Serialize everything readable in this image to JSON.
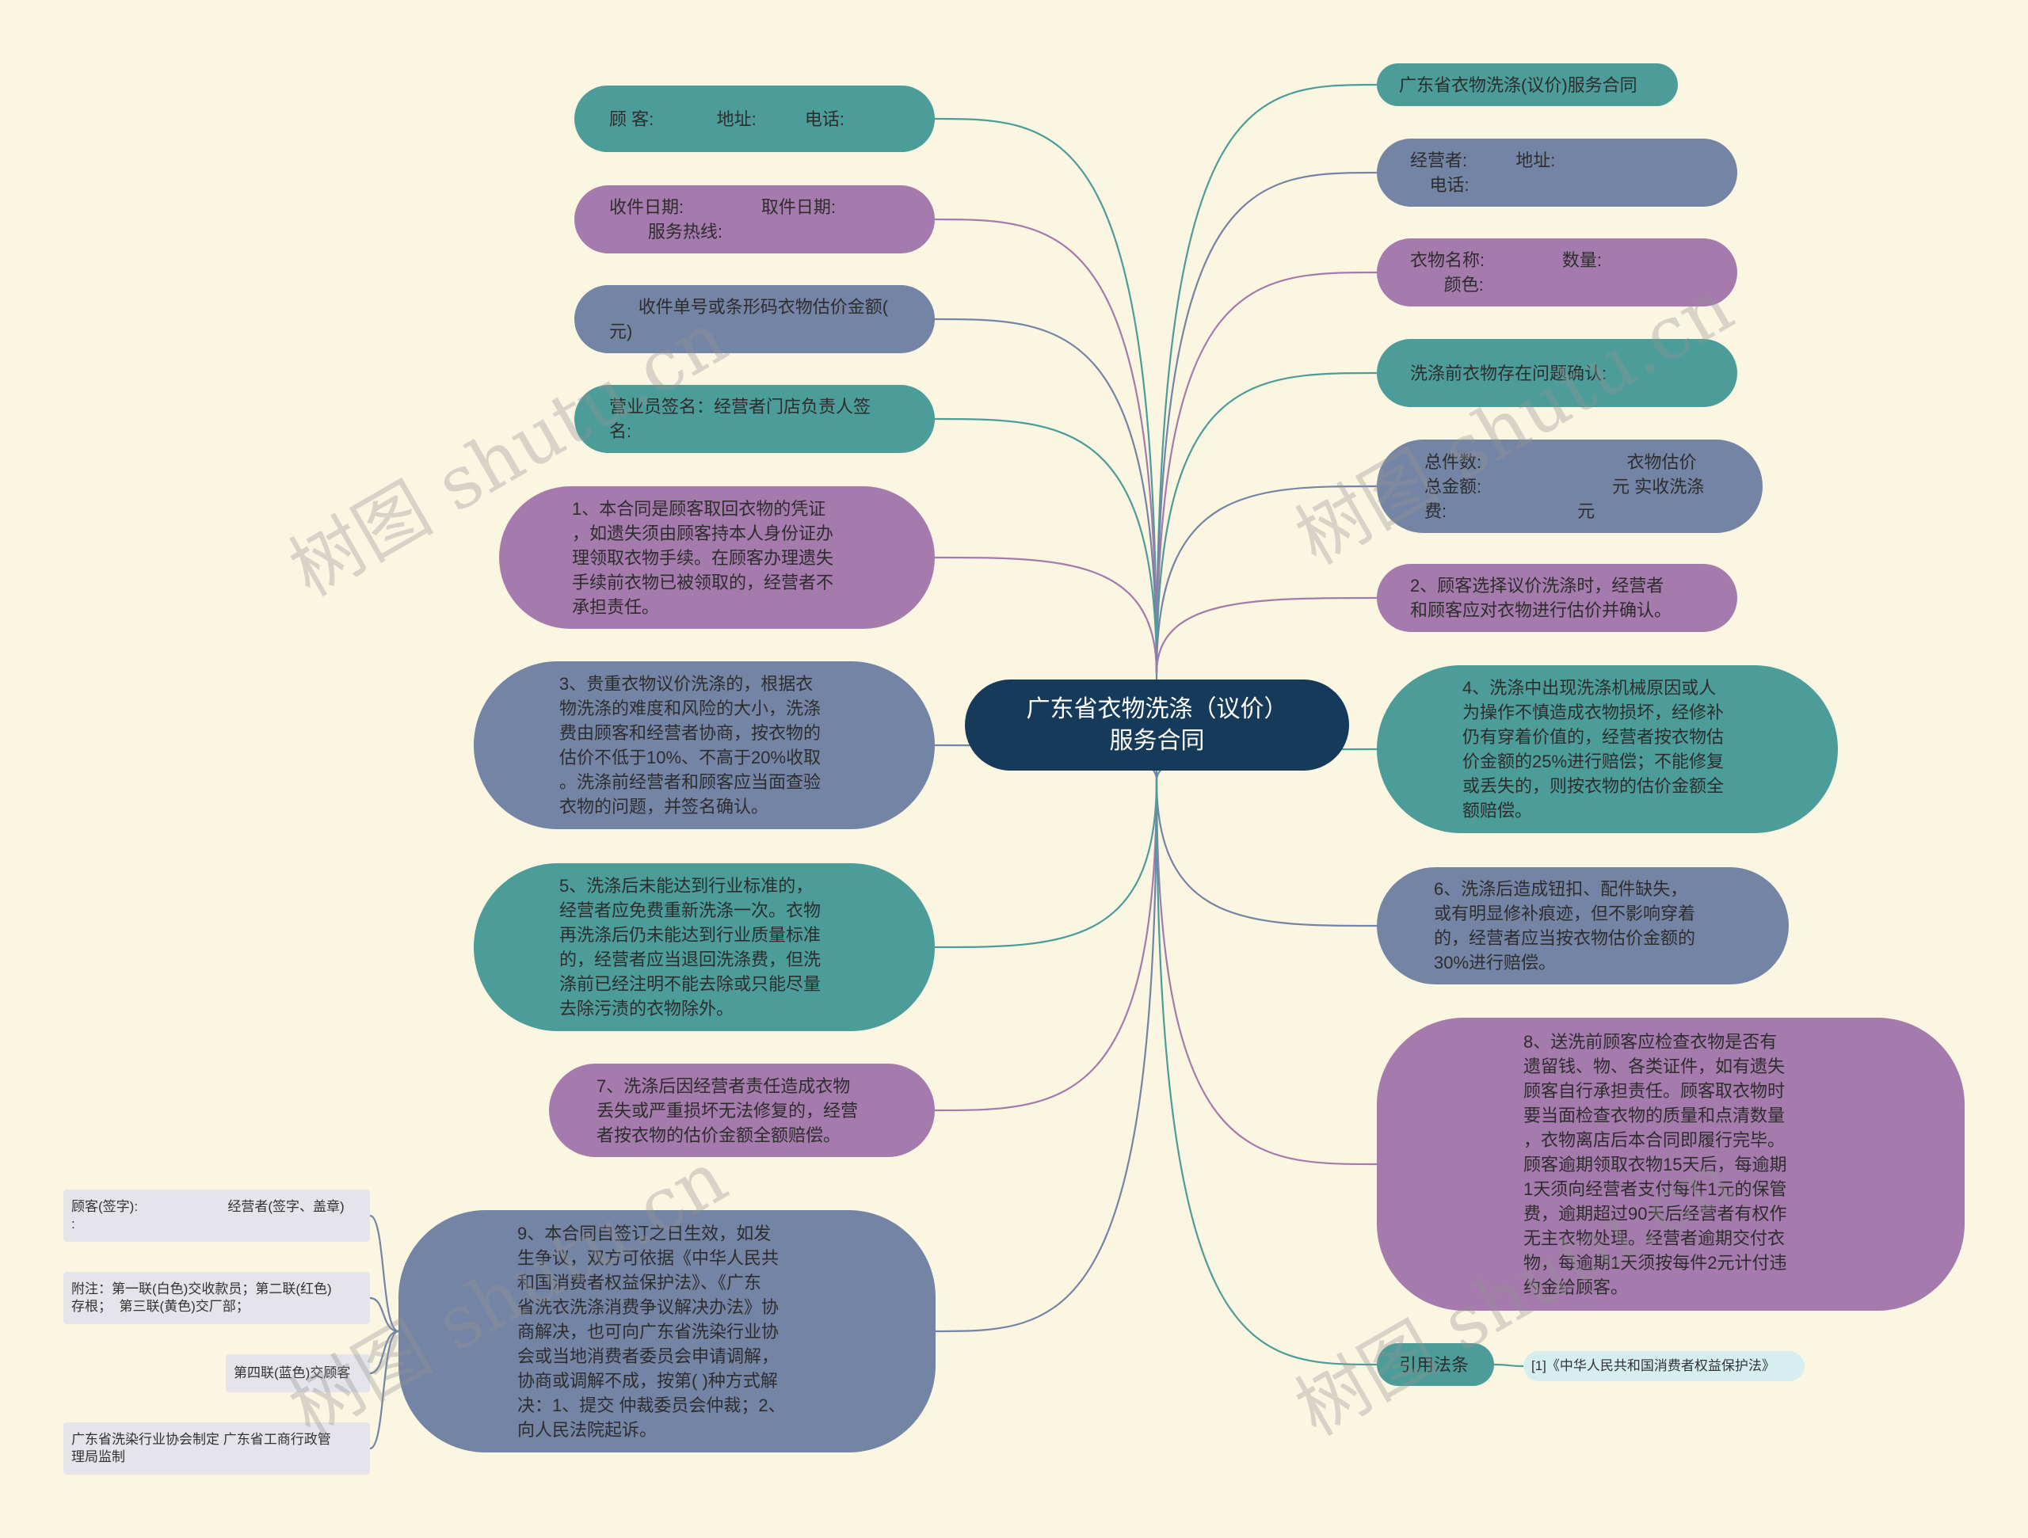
{
  "center": "广东省衣物洗涤（议价）\n服务合同",
  "left_nodes": [
    {
      "id": "L1",
      "text": "顾 客:             地址:          电话:",
      "color": "teal"
    },
    {
      "id": "L2",
      "text": "收件日期:                取件日期:\n        服务热线:",
      "color": "purple"
    },
    {
      "id": "L3",
      "text": "      收件单号或条形码衣物估价金额(\n元)",
      "color": "slate"
    },
    {
      "id": "L4",
      "text": "营业员签名：经营者门店负责人签\n名:",
      "color": "teal"
    },
    {
      "id": "L5",
      "text": "1、本合同是顾客取回衣物的凭证\n，如遗失须由顾客持本人身份证办\n理领取衣物手续。在顾客办理遗失\n手续前衣物已被领取的，经营者不\n承担责任。",
      "color": "purple"
    },
    {
      "id": "L6",
      "text": "3、贵重衣物议价洗涤的，根据衣\n物洗涤的难度和风险的大小，洗涤\n费由顾客和经营者协商，按衣物的\n估价不低于10%、不高于20%收取\n。洗涤前经营者和顾客应当面查验\n衣物的问题，并签名确认。",
      "color": "slate"
    },
    {
      "id": "L7",
      "text": "5、洗涤后未能达到行业标准的，\n经营者应免费重新洗涤一次。衣物\n再洗涤后仍未能达到行业质量标准\n的，经营者应当退回洗涤费，但洗\n涤前已经注明不能去除或只能尽量\n去除污渍的衣物除外。",
      "color": "teal"
    },
    {
      "id": "L8",
      "text": "7、洗涤后因经营者责任造成衣物\n丢失或严重损坏无法修复的，经营\n者按衣物的估价金额全额赔偿。",
      "color": "purple"
    },
    {
      "id": "L9",
      "text": "9、本合同自签订之日生效，如发\n生争议，双方可依据《中华人民共\n和国消费者权益保护法》、《广东\n省洗衣洗涤消费争议解决办法》协\n商解决，也可向广东省洗染行业协\n会或当地消费者委员会申请调解，\n协商或调解不成，按第( )种方式解\n决：1、提交 仲裁委员会仲裁；2、\n向人民法院起诉。",
      "color": "slate"
    }
  ],
  "right_nodes": [
    {
      "id": "R1",
      "text": "广东省衣物洗涤(议价)服务合同",
      "color": "teal"
    },
    {
      "id": "R2",
      "text": "经营者:          地址:\n    电话:",
      "color": "slate"
    },
    {
      "id": "R3",
      "text": "衣物名称:                数量:\n       颜色:",
      "color": "purple"
    },
    {
      "id": "R4",
      "text": "洗涤前衣物存在问题确认:",
      "color": "teal"
    },
    {
      "id": "R5",
      "text": "总件数:                              衣物估价\n总金额:                           元 实收洗涤\n费:                           元",
      "color": "slate"
    },
    {
      "id": "R6",
      "text": "2、顾客选择议价洗涤时，经营者\n和顾客应对衣物进行估价并确认。",
      "color": "purple"
    },
    {
      "id": "R7",
      "text": "4、洗涤中出现洗涤机械原因或人\n为操作不慎造成衣物损坏，经修补\n仍有穿着价值的，经营者按衣物估\n价金额的25%进行赔偿；不能修复\n或丢失的，则按衣物的估价金额全\n额赔偿。",
      "color": "teal"
    },
    {
      "id": "R8",
      "text": "6、洗涤后造成钮扣、配件缺失，\n或有明显修补痕迹，但不影响穿着\n的，经营者应当按衣物估价金额的\n30%进行赔偿。",
      "color": "slate"
    },
    {
      "id": "R9",
      "text": "8、送洗前顾客应检查衣物是否有\n遗留钱、物、各类证件，如有遗失\n顾客自行承担责任。顾客取衣物时\n要当面检查衣物的质量和点清数量\n，衣物离店后本合同即履行完毕。\n顾客逾期领取衣物15天后，每逾期\n1天须向经营者支付每件1元的保管\n费，逾期超过90天后经营者有权作\n无主衣物处理。经营者逾期交付衣\n物，每逾期1天须按每件2元计付违\n约金给顾客。",
      "color": "purple"
    },
    {
      "id": "R10",
      "text": "引用法条",
      "color": "teal"
    }
  ],
  "l9_children": [
    "顾客(签字):                        经营者(签字、盖章)\n:",
    "附注：第一联(白色)交收款员；第二联(红色)\n存根；  第三联(黄色)交厂部；",
    "第四联(蓝色)交顾客",
    "广东省洗染行业协会制定 广东省工商行政管\n理局监制"
  ],
  "reference": "[1]《中华人民共和国消费者权益保护法》",
  "watermark": "树图 shutu.cn",
  "colors": {
    "background": "#faf6e2",
    "center": "#163a5a",
    "teal": "#4c9c99",
    "purple": "#a57aac",
    "slate": "#7484a5",
    "leaf": "#e4e4ea",
    "reference": "#d7eef1"
  }
}
